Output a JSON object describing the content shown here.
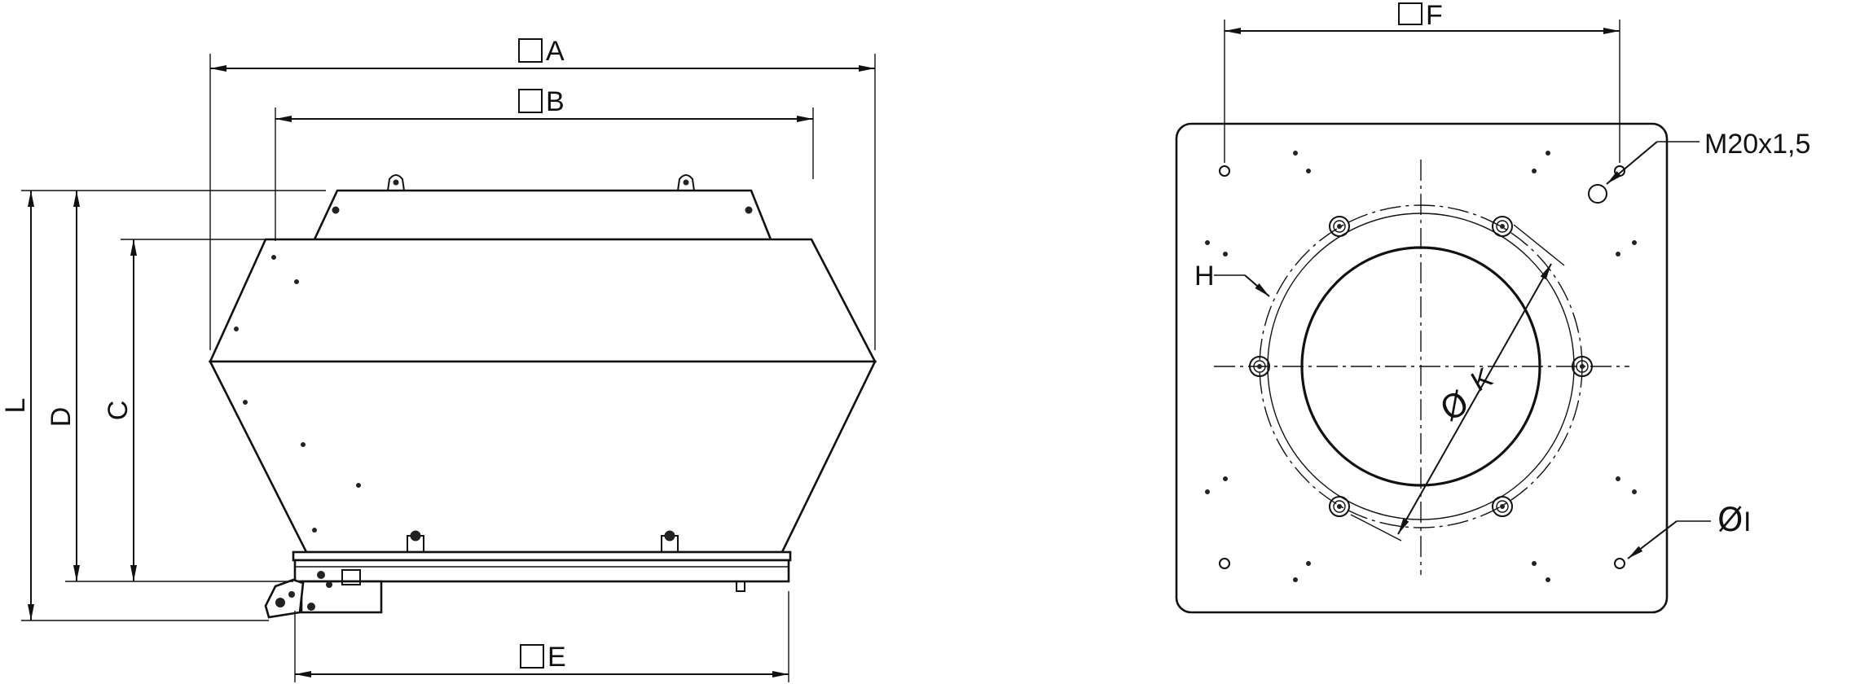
{
  "side_view": {
    "dim_A": "A",
    "dim_B": "B",
    "dim_C": "C",
    "dim_D": "D",
    "dim_E": "E",
    "dim_L": "L"
  },
  "top_view": {
    "dim_F": "F",
    "dim_H": "H",
    "dim_K": "K",
    "dim_I": "I",
    "thread": "M20x1,5"
  }
}
